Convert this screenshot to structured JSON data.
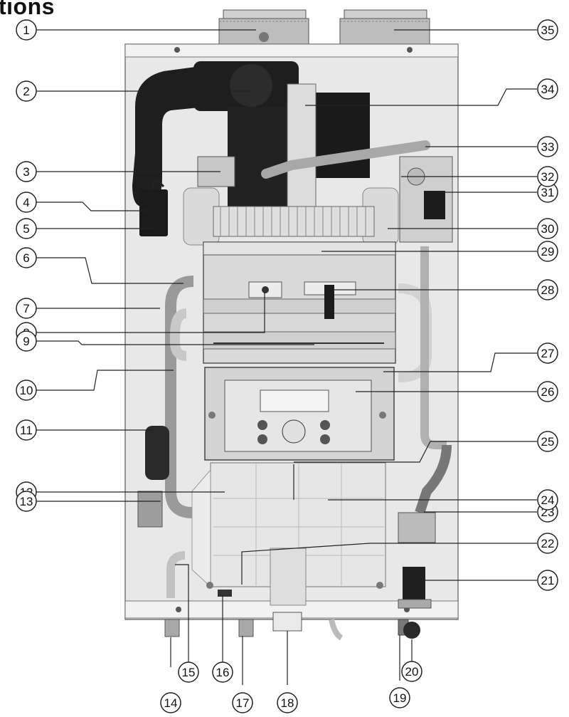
{
  "title": "tions",
  "colors": {
    "frame": "#e6e6e6",
    "frame_dark": "#bdbdbd",
    "dark_part": "#1e1e1e",
    "pipe": "#c9c9c9",
    "panel": "#d7d7d7",
    "outline": "#333333"
  },
  "callouts": [
    {
      "id": "c1",
      "num": "1"
    },
    {
      "id": "c2",
      "num": "2"
    },
    {
      "id": "c3",
      "num": "3"
    },
    {
      "id": "c4",
      "num": "4"
    },
    {
      "id": "c5",
      "num": "5"
    },
    {
      "id": "c6",
      "num": "6"
    },
    {
      "id": "c7",
      "num": "7"
    },
    {
      "id": "c8",
      "num": "8"
    },
    {
      "id": "c9",
      "num": "9"
    },
    {
      "id": "c10",
      "num": "10"
    },
    {
      "id": "c11",
      "num": "11"
    },
    {
      "id": "c12",
      "num": "12"
    },
    {
      "id": "c13",
      "num": "13"
    },
    {
      "id": "c14",
      "num": "14"
    },
    {
      "id": "c15",
      "num": "15"
    },
    {
      "id": "c16",
      "num": "16"
    },
    {
      "id": "c17",
      "num": "17"
    },
    {
      "id": "c18",
      "num": "18"
    },
    {
      "id": "c19",
      "num": "19"
    },
    {
      "id": "c20",
      "num": "20"
    },
    {
      "id": "c21",
      "num": "21"
    },
    {
      "id": "c22",
      "num": "22"
    },
    {
      "id": "c23",
      "num": "23"
    },
    {
      "id": "c24",
      "num": "24"
    },
    {
      "id": "c25",
      "num": "25"
    },
    {
      "id": "c26",
      "num": "26"
    },
    {
      "id": "c27",
      "num": "27"
    },
    {
      "id": "c28",
      "num": "28"
    },
    {
      "id": "c29",
      "num": "29"
    },
    {
      "id": "c30",
      "num": "30"
    },
    {
      "id": "c31",
      "num": "31"
    },
    {
      "id": "c32",
      "num": "32"
    },
    {
      "id": "c33",
      "num": "33"
    },
    {
      "id": "c34",
      "num": "34"
    },
    {
      "id": "c35",
      "num": "35"
    }
  ]
}
